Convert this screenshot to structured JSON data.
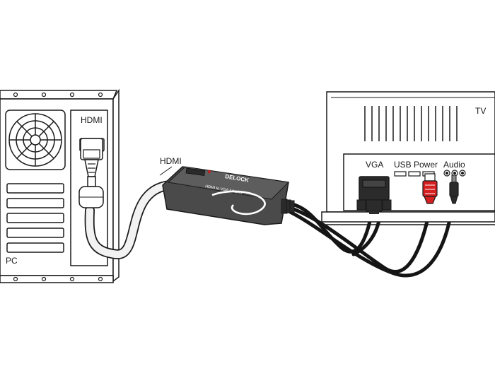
{
  "labels": {
    "pc": "PC",
    "pc_hdmi": "HDMI",
    "cable_hdmi": "HDMI",
    "tv": "TV",
    "vga": "VGA",
    "usb_power": "USB Power",
    "audio": "Audio"
  },
  "adapter": {
    "brand": "DELOCK",
    "model": "HDMI to VGA Adapter"
  },
  "colors": {
    "outline": "#1a1a1a",
    "adapter_body": "#4a4a4a",
    "cable_black": "#151515",
    "usb_red": "#d42020",
    "hdmi_cable": "#f2f2f2"
  },
  "icons": {
    "pc_fan": "fan-grille-icon",
    "tv_vent": "vent-slots-icon"
  }
}
